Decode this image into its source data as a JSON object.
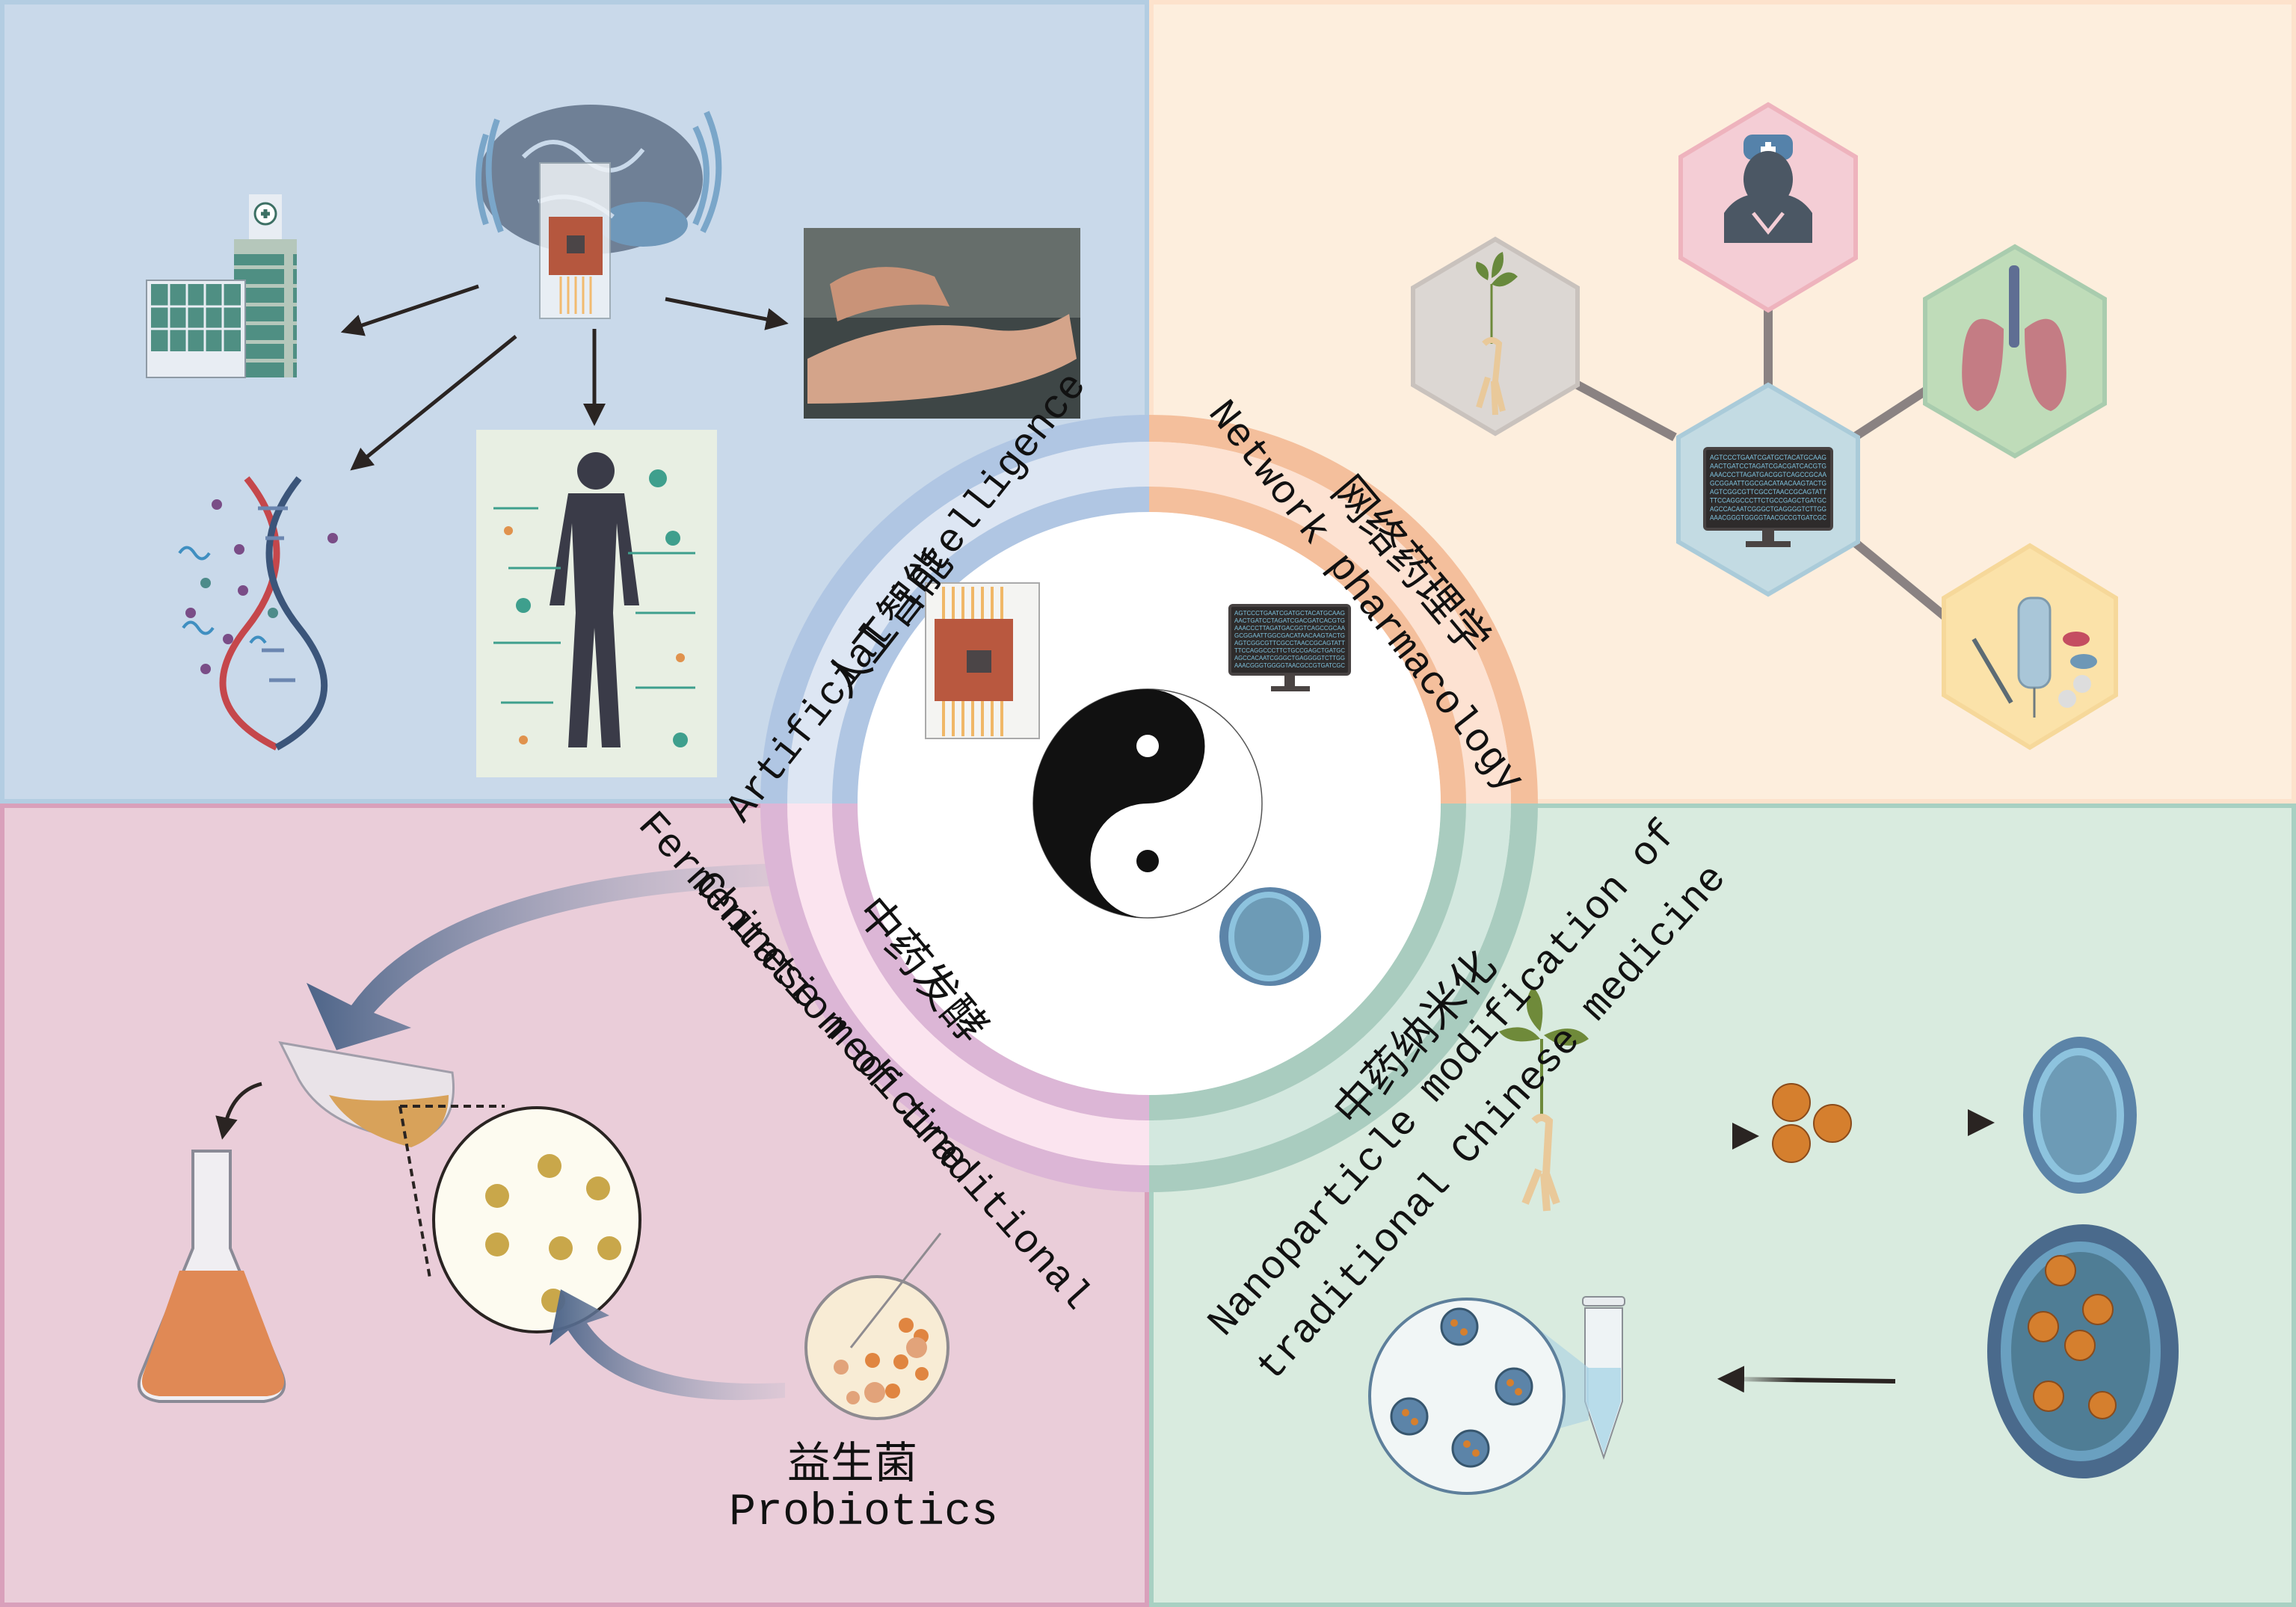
{
  "title": "Modern approaches to traditional Chinese medicine",
  "center": {
    "symbol": "yin-yang-icon"
  },
  "quadrants": [
    {
      "id": "ai",
      "label_cn": "人工智能",
      "label_en": "Artificial intelligence",
      "color_fill": "#c9d9ea",
      "ring_dark": "#b0c6e3",
      "ring_light": "#dde6f3",
      "icons": [
        "brain-chip-icon",
        "hospital-icon",
        "pulse-diagnosis-photo",
        "dna-icon",
        "digital-human-body-image",
        "microchip-icon"
      ]
    },
    {
      "id": "network",
      "label_cn": "网络药理学",
      "label_en": "Network pharmacology",
      "color_fill": "#fdeedd",
      "ring_dark": "#f4bf9c",
      "ring_light": "#fde2d2",
      "icons": [
        "doctor-icon",
        "ginseng-icon",
        "lungs-icon",
        "computer-dna-icon",
        "medicine-icon"
      ],
      "dna_sequences": [
        "AGTCCCTGAATCGATGCTACATGCAAG",
        "AACTGATCCTAGATCGACGATCACGTG",
        "AAACCCTTAGATGACGGTCAGCCGCAA",
        "GCGGAATTGGCGACATAACAAGTACTG",
        "AGTCGGCGTTCGCCTAACCGCAGTATT",
        "TTCCAGGCCCTTCTGCCGAGCTGATGC",
        "AGCCACAATCGGGCTGAGGGGTCTTGG",
        "AAACGGGTGGGGTAACGCCGTGATCGC"
      ]
    },
    {
      "id": "fermentation",
      "label_cn": "中药发酵",
      "label_en_line1": "Fermentation of traditional",
      "label_en_line2": "Chinese medicine",
      "color_fill": "#eacdd9",
      "ring_dark": "#dcb6d6",
      "ring_light": "#fbe4ef",
      "probiotics_cn": "益生菌",
      "probiotics_en": "Probiotics",
      "icons": [
        "herbs-photo",
        "beaker-icon",
        "flask-icon",
        "microscope-view-icon",
        "petri-dish-icon"
      ]
    },
    {
      "id": "nano",
      "label_cn": "中药纳米化",
      "label_en_line1": "Nanoparticle modification of",
      "label_en_line2": "traditional Chinese medicine",
      "color_fill": "#d9ebdf",
      "ring_dark": "#a9ccbf",
      "ring_light": "#d3e8df",
      "icons": [
        "ginseng-icon",
        "nanoparticles-icon",
        "liposome-icon",
        "loaded-liposome-icon",
        "tube-icon",
        "zoom-view-icon"
      ]
    }
  ]
}
